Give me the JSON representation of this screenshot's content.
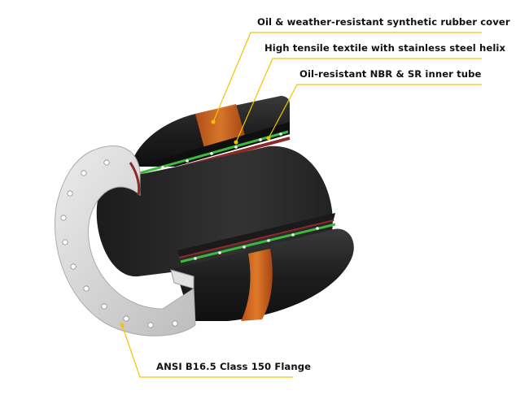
{
  "labels": {
    "cover": "Oil & weather-resistant synthetic rubber cover",
    "textile": "High tensile textile with stainless steel helix",
    "inner": "Oil-resistant NBR & SR inner tube",
    "flange": "ANSI B16.5 Class 150 Flange"
  },
  "colors": {
    "rubber": "#2b2b2b",
    "rubber_dark": "#151515",
    "orange_band": "#d9661f",
    "green_textile": "#3dbb3d",
    "inner_red": "#8c2a2a",
    "flange": "#d9d9d9",
    "leader": "#f2c400"
  }
}
